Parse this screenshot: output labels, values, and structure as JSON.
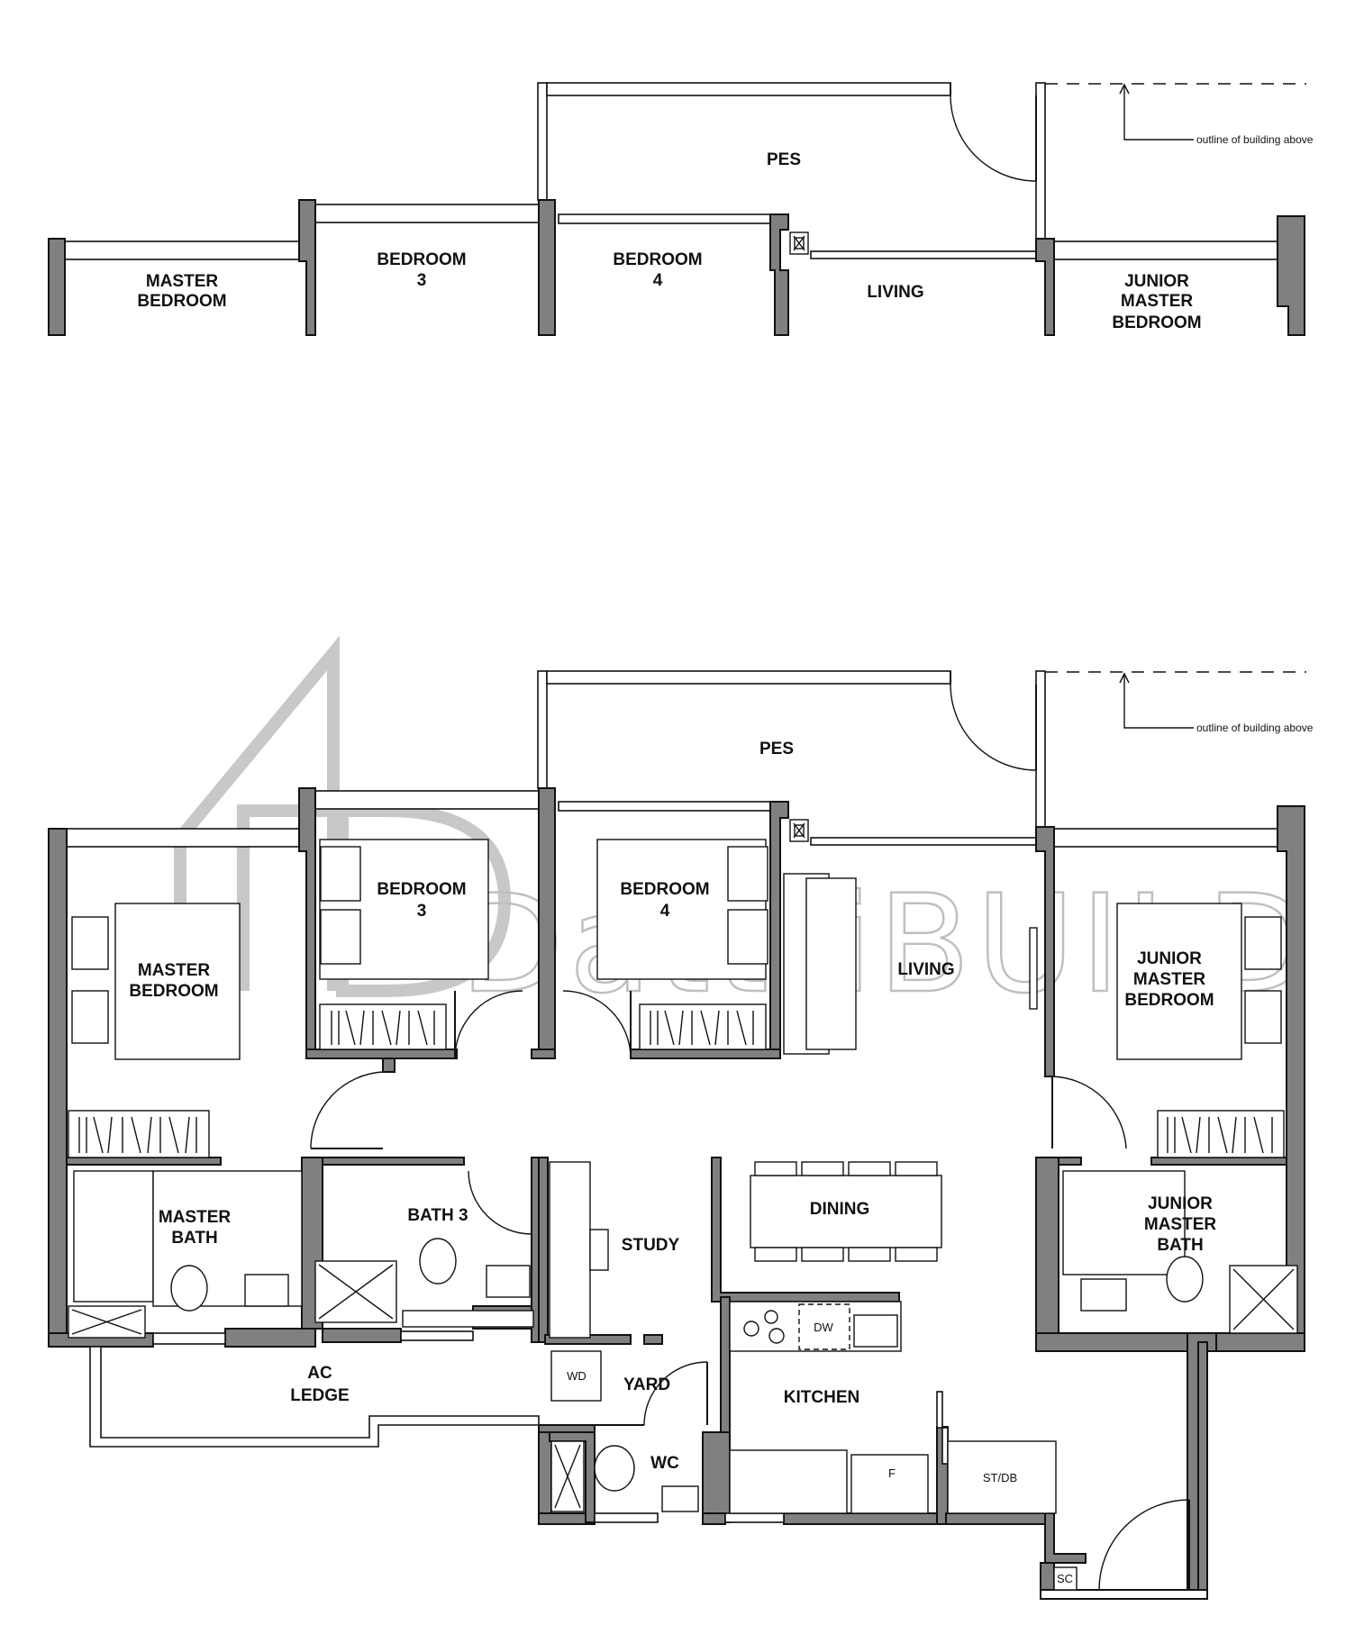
{
  "note": "outline of building above",
  "watermark": "DattriBUILD",
  "upper": {
    "pes": "PES",
    "living": "LIVING",
    "master_bedroom": [
      "MASTER",
      "BEDROOM"
    ],
    "bedroom3": [
      "BEDROOM",
      "3"
    ],
    "bedroom4": [
      "BEDROOM",
      "4"
    ],
    "junior_master_bedroom": [
      "JUNIOR",
      "MASTER",
      "BEDROOM"
    ]
  },
  "lower": {
    "pes": "PES",
    "living": "LIVING",
    "master_bedroom": [
      "MASTER",
      "BEDROOM"
    ],
    "bedroom3": [
      "BEDROOM",
      "3"
    ],
    "bedroom4": [
      "BEDROOM",
      "4"
    ],
    "junior_master_bedroom": [
      "JUNIOR",
      "MASTER",
      "BEDROOM"
    ],
    "master_bath": [
      "MASTER",
      "BATH"
    ],
    "bath3": "BATH 3",
    "study": "STUDY",
    "dining": "DINING",
    "junior_master_bath": [
      "JUNIOR",
      "MASTER",
      "BATH"
    ],
    "ac_ledge": [
      "AC",
      "LEDGE"
    ],
    "yard": "YARD",
    "kitchen": "KITCHEN",
    "wc": "WC",
    "wd": "WD",
    "dw": "DW",
    "fridge": "F",
    "st_db": "ST/DB",
    "sc": "SC"
  }
}
